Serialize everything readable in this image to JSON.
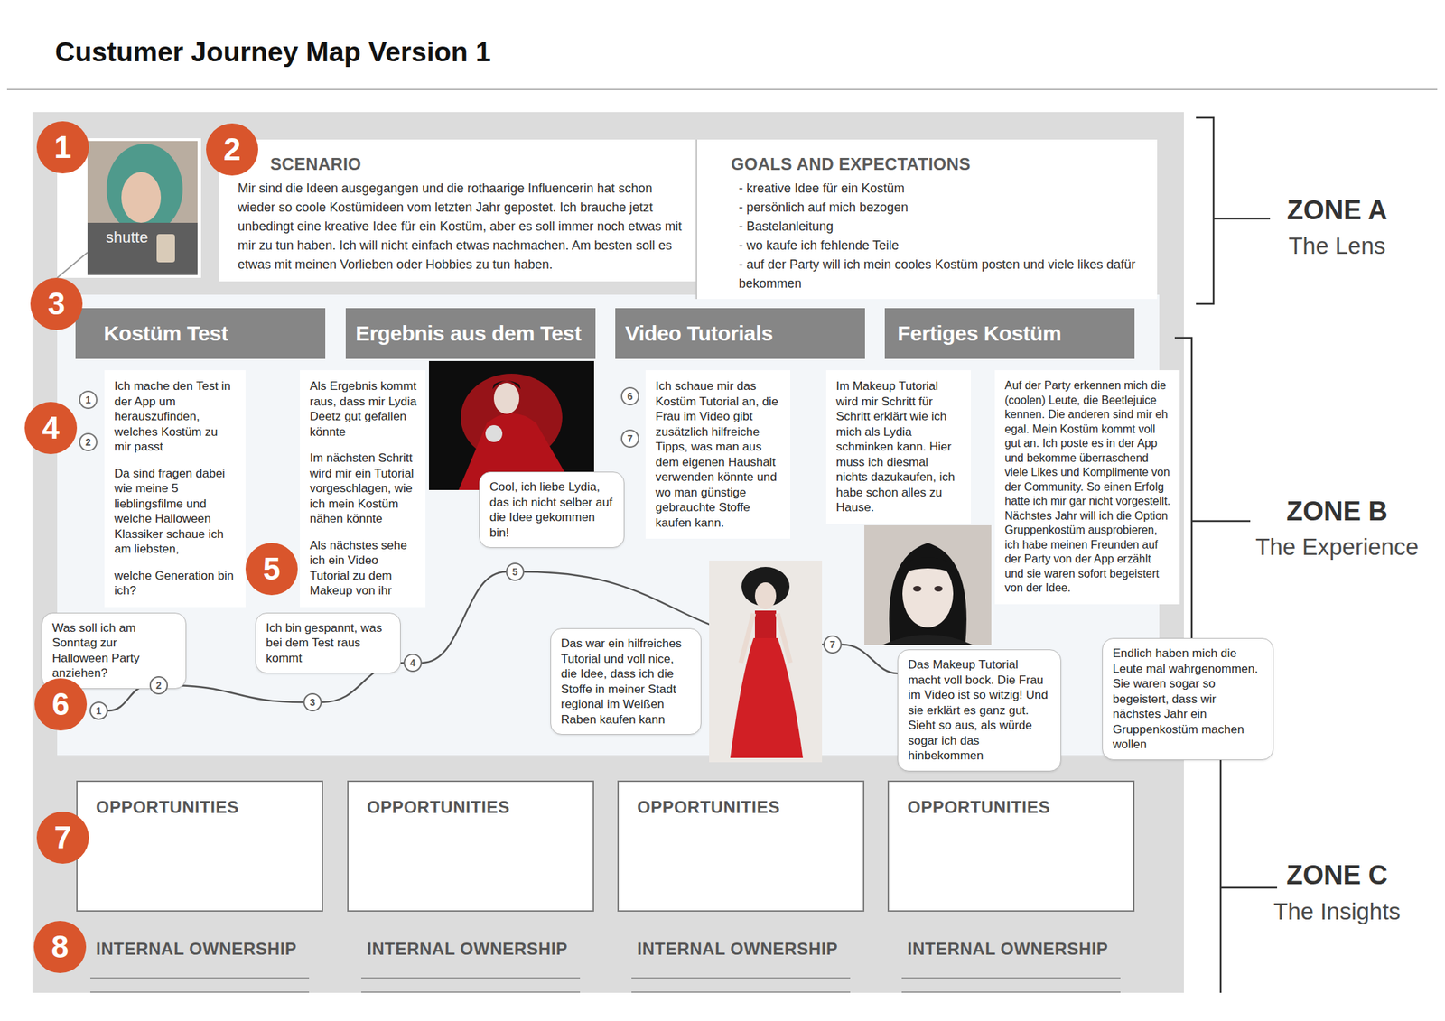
{
  "diagram": {
    "title": "Custumer Journey Map Version 1",
    "nodes": [
      {
        "text": [
          "SCENARIO",
          "Mir sind die Ideen ausgegangen und die rothaarige Influencerin hat schon wieder so coole Kostümideen vom letzten Jahr gepostet. Ich brauche jetzt unbedingt eine kreative Idee für ein Kostüm, aber es soll immer noch etwas mit mir zu tun haben. Ich will nicht einfach etwas nachmachen. Am besten soll es etwas mit meinen Vorlieben oder Hobbies zu tun haben."
        ]
      },
      {
        "text": [
          "GOALS AND EXPECTATIONS",
          "- kreative Idee für ein Kostüm",
          "- persönlich auf mich bezogen",
          "- Bastelanleitung",
          "- wo kaufe ich fehlende Teile",
          "- auf der Party will ich mein cooles Kostüm posten und viele likes dafür bekommen"
        ]
      },
      {
        "text": [
          "Kostüm Test"
        ]
      },
      {
        "text": [
          "Ergebnis aus dem Test"
        ]
      },
      {
        "text": [
          "Video Tutorials"
        ]
      },
      {
        "text": [
          "Fertiges Kostüm"
        ]
      },
      {
        "text": [
          "Ich mache den Test in der App um herauszufinden, welches Kostüm zu mir passt",
          "Da sind fragen dabei wie meine 5 lieblingsfilme und welche Halloween Klassiker schaue ich am liebsten,",
          "welche Generation bin ich?"
        ]
      },
      {
        "text": [
          "Als Ergebnis kommt raus, dass mir Lydia Deetz gut gefallen könnte",
          "Im nächsten Schritt wird mir ein Tutorial vorgeschlagen, wie ich mein Kostüm nähen könnte",
          "Als nächstes sehe ich ein Video Tutorial zu dem Makeup von ihr"
        ]
      },
      {
        "text": [
          "Ich schaue mir das Kostüm Tutorial an, die Frau im Video gibt zusätzlich hilfreiche Tipps, was man aus dem eigenen Haushalt verwenden könnte und wo man günstige gebrauchte Stoffe kaufen kann."
        ]
      },
      {
        "text": [
          "Im Makeup Tutorial wird mir Schritt für Schritt erklärt wie ich mich als Lydia schminken kann. Hier muss ich diesmal nichts dazukaufen, ich habe schon alles zu Hause."
        ]
      },
      {
        "text": [
          "Auf der Party erkennen mich die (coolen) Leute, die Beetlejuice kennen. Die anderen sind mir eh egal. Mein Kostüm kommt voll gut an. Ich poste es in der App und bekomme überraschend viele Likes und Komplimente von der Community. So einen Erfolg hatte ich mir gar nicht vorgestellt. Nächstes Jahr will ich die Option Gruppenkostüm ausprobieren, ich habe meinen Freunden auf der Party von der App erzählt und sie waren sofort begeistert von der Idee."
        ]
      },
      {
        "text": [
          "Was soll ich am Sonntag zur Halloween Party anziehen?"
        ]
      },
      {
        "text": [
          "Ich bin gespannt, was bei dem Test raus kommt"
        ]
      },
      {
        "text": [
          "Cool, ich liebe Lydia, das ich nicht selber auf die Idee gekommen bin!"
        ]
      },
      {
        "text": [
          "Das war ein hilfreiches Tutorial und voll nice, die Idee, dass ich die Stoffe in meiner Stadt regional im Weißen Raben kaufen kann"
        ]
      },
      {
        "text": [
          "Das Makeup Tutorial macht voll bock. Die Frau im Video ist so witzig! Und sie erklärt es ganz gut. Sieht so aus, als würde sogar ich das hinbekommen"
        ]
      },
      {
        "text": [
          "Endlich haben mich die Leute mal wahrgenommen. Sie waren sogar so begeistert, dass wir nächstes Jahr ein Gruppenkostüm machen wollen"
        ]
      },
      {
        "text": [
          "OPPORTUNITIES"
        ]
      },
      {
        "text": [
          "OPPORTUNITIES"
        ]
      },
      {
        "text": [
          "OPPORTUNITIES"
        ]
      },
      {
        "text": [
          "OPPORTUNITIES"
        ]
      },
      {
        "text": [
          "1"
        ]
      },
      {
        "text": [
          "2"
        ]
      },
      {
        "text": [
          "3"
        ]
      },
      {
        "text": [
          "4"
        ]
      },
      {
        "text": [
          "5"
        ]
      },
      {
        "text": [
          "7"
        ]
      }
    ],
    "edges": [
      {
        "from": 21,
        "to": 22,
        "arrow": "none"
      },
      {
        "from": 22,
        "to": 23,
        "arrow": "none"
      },
      {
        "from": 23,
        "to": 24,
        "arrow": "none"
      },
      {
        "from": 24,
        "to": 25,
        "arrow": "none"
      },
      {
        "from": 25,
        "to": 26,
        "arrow": "none"
      }
    ],
    "labels": [
      "1",
      "2",
      "3",
      "4",
      "5",
      "6",
      "7",
      "8",
      "1",
      "2",
      "6",
      "7",
      "ZONE A",
      "The Lens",
      "ZONE B",
      "The Experience",
      "ZONE C",
      "The Insights",
      "INTERNAL OWNERSHIP",
      "INTERNAL OWNERSHIP",
      "INTERNAL OWNERSHIP",
      "INTERNAL OWNERSHIP",
      "shutte"
    ]
  }
}
